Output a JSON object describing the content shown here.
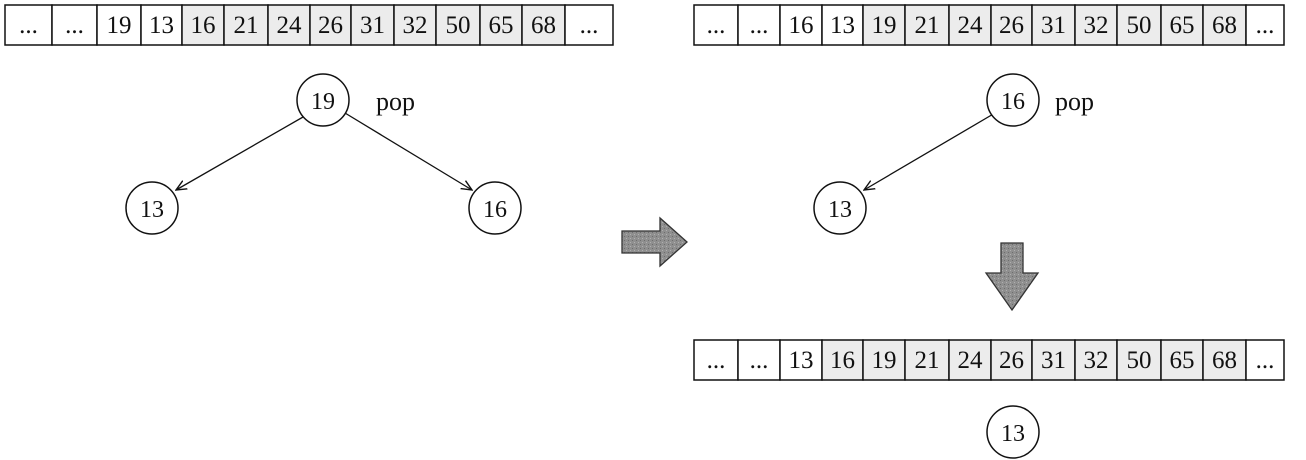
{
  "arrays": {
    "top_left": [
      "...",
      "...",
      "19",
      "13",
      "16",
      "21",
      "24",
      "26",
      "31",
      "32",
      "50",
      "65",
      "68",
      "..."
    ],
    "top_right": [
      "...",
      "...",
      "16",
      "13",
      "19",
      "21",
      "24",
      "26",
      "31",
      "32",
      "50",
      "65",
      "68",
      "..."
    ],
    "bottom_right": [
      "...",
      "...",
      "13",
      "16",
      "19",
      "21",
      "24",
      "26",
      "31",
      "32",
      "50",
      "65",
      "68",
      "..."
    ]
  },
  "trees": {
    "left": {
      "root": "19",
      "root_note": "pop",
      "left_child": "13",
      "right_child": "16"
    },
    "right": {
      "root": "16",
      "root_note": "pop",
      "left_child": "13"
    },
    "bottom": {
      "node": "13"
    }
  },
  "colors": {
    "ink": "#111111",
    "arrow_fill": "#8a8a8a",
    "shaded_cell": "#ececec"
  }
}
